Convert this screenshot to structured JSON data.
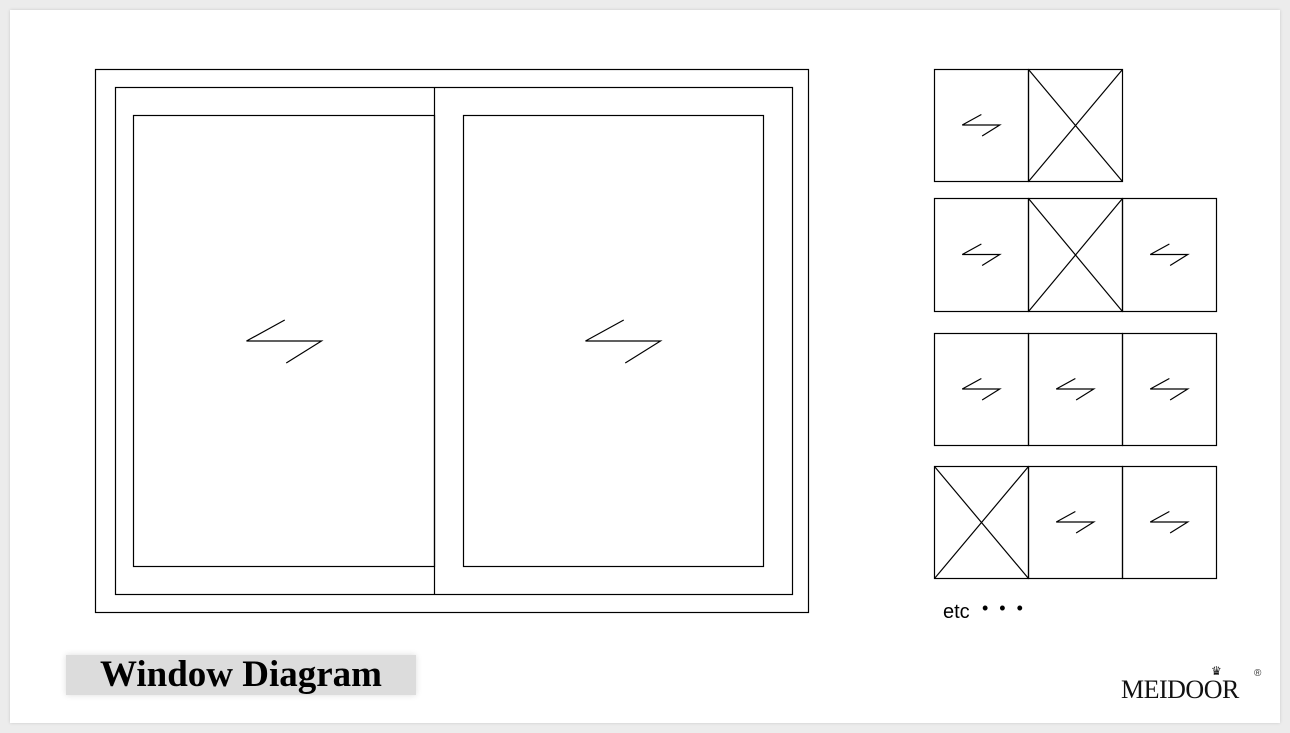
{
  "title": "Window Diagram",
  "etc_label": "etc",
  "etc_dots": "• • •",
  "logo": {
    "text": "MEIDOOR",
    "registered": "®"
  },
  "main_window": {
    "panels": [
      "sliding",
      "sliding"
    ]
  },
  "configurations": [
    [
      "sliding",
      "fixed"
    ],
    [
      "sliding",
      "fixed",
      "sliding"
    ],
    [
      "sliding",
      "sliding",
      "sliding"
    ],
    [
      "fixed",
      "sliding",
      "sliding"
    ]
  ],
  "colors": {
    "line": "#000000",
    "label_bg": "#dcdcdc"
  }
}
